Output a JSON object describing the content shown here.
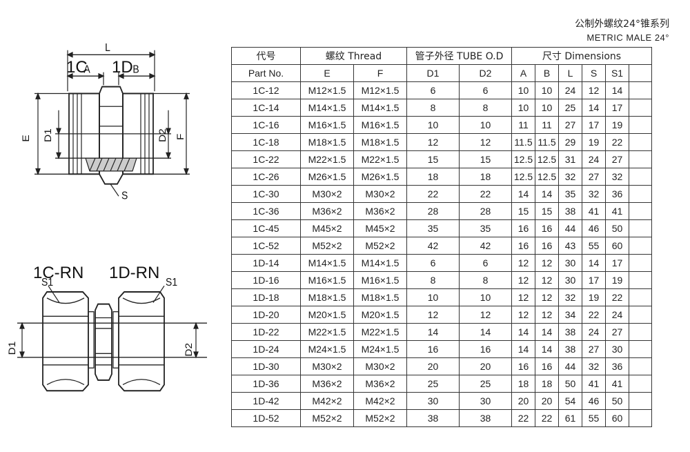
{
  "header": {
    "title_cn": "公制外螺纹24°锥系列",
    "title_en": "METRIC MALE 24°"
  },
  "drawing": {
    "model_1c": "1C",
    "model_1d": "1D",
    "model_1crn": "1C-RN",
    "model_1drn": "1D-RN",
    "dim_l": "L",
    "dim_a": "A",
    "dim_b": "B",
    "dim_e": "E",
    "dim_d1": "D1",
    "dim_d2": "D2",
    "dim_f": "F",
    "dim_s": "S",
    "dim_s1_left": "S1",
    "dim_s1_right": "S1",
    "dim_d1_rn": "D1",
    "dim_d2_rn": "D2"
  },
  "table": {
    "head": {
      "code_cn": "代号",
      "part_no": "Part No.",
      "thread": "螺纹 Thread",
      "tube": "管子外径 TUBE O.D",
      "dimensions": "尺寸 Dimensions",
      "e": "E",
      "f": "F",
      "d1": "D1",
      "d2": "D2",
      "a": "A",
      "b": "B",
      "l": "L",
      "s": "S",
      "s1": "S1"
    },
    "rows": [
      [
        "1C-12",
        "M12×1.5",
        "M12×1.5",
        "6",
        "6",
        "10",
        "10",
        "24",
        "12",
        "14"
      ],
      [
        "1C-14",
        "M14×1.5",
        "M14×1.5",
        "8",
        "8",
        "10",
        "10",
        "25",
        "14",
        "17"
      ],
      [
        "1C-16",
        "M16×1.5",
        "M16×1.5",
        "10",
        "10",
        "11",
        "11",
        "27",
        "17",
        "19"
      ],
      [
        "1C-18",
        "M18×1.5",
        "M18×1.5",
        "12",
        "12",
        "11.5",
        "11.5",
        "29",
        "19",
        "22"
      ],
      [
        "1C-22",
        "M22×1.5",
        "M22×1.5",
        "15",
        "15",
        "12.5",
        "12.5",
        "31",
        "24",
        "27"
      ],
      [
        "1C-26",
        "M26×1.5",
        "M26×1.5",
        "18",
        "18",
        "12.5",
        "12.5",
        "32",
        "27",
        "32"
      ],
      [
        "1C-30",
        "M30×2",
        "M30×2",
        "22",
        "22",
        "14",
        "14",
        "35",
        "32",
        "36"
      ],
      [
        "1C-36",
        "M36×2",
        "M36×2",
        "28",
        "28",
        "15",
        "15",
        "38",
        "41",
        "41"
      ],
      [
        "1C-45",
        "M45×2",
        "M45×2",
        "35",
        "35",
        "16",
        "16",
        "44",
        "46",
        "50"
      ],
      [
        "1C-52",
        "M52×2",
        "M52×2",
        "42",
        "42",
        "16",
        "16",
        "43",
        "55",
        "60"
      ],
      [
        "1D-14",
        "M14×1.5",
        "M14×1.5",
        "6",
        "6",
        "12",
        "12",
        "30",
        "14",
        "17"
      ],
      [
        "1D-16",
        "M16×1.5",
        "M16×1.5",
        "8",
        "8",
        "12",
        "12",
        "30",
        "17",
        "19"
      ],
      [
        "1D-18",
        "M18×1.5",
        "M18×1.5",
        "10",
        "10",
        "12",
        "12",
        "32",
        "19",
        "22"
      ],
      [
        "1D-20",
        "M20×1.5",
        "M20×1.5",
        "12",
        "12",
        "12",
        "12",
        "34",
        "22",
        "24"
      ],
      [
        "1D-22",
        "M22×1.5",
        "M22×1.5",
        "14",
        "14",
        "14",
        "14",
        "38",
        "24",
        "27"
      ],
      [
        "1D-24",
        "M24×1.5",
        "M24×1.5",
        "16",
        "16",
        "14",
        "14",
        "38",
        "27",
        "30"
      ],
      [
        "1D-30",
        "M30×2",
        "M30×2",
        "20",
        "20",
        "16",
        "16",
        "44",
        "32",
        "36"
      ],
      [
        "1D-36",
        "M36×2",
        "M36×2",
        "25",
        "25",
        "18",
        "18",
        "50",
        "41",
        "41"
      ],
      [
        "1D-42",
        "M42×2",
        "M42×2",
        "30",
        "30",
        "20",
        "20",
        "54",
        "46",
        "50"
      ],
      [
        "1D-52",
        "M52×2",
        "M52×2",
        "38",
        "38",
        "22",
        "22",
        "61",
        "55",
        "60"
      ]
    ]
  }
}
